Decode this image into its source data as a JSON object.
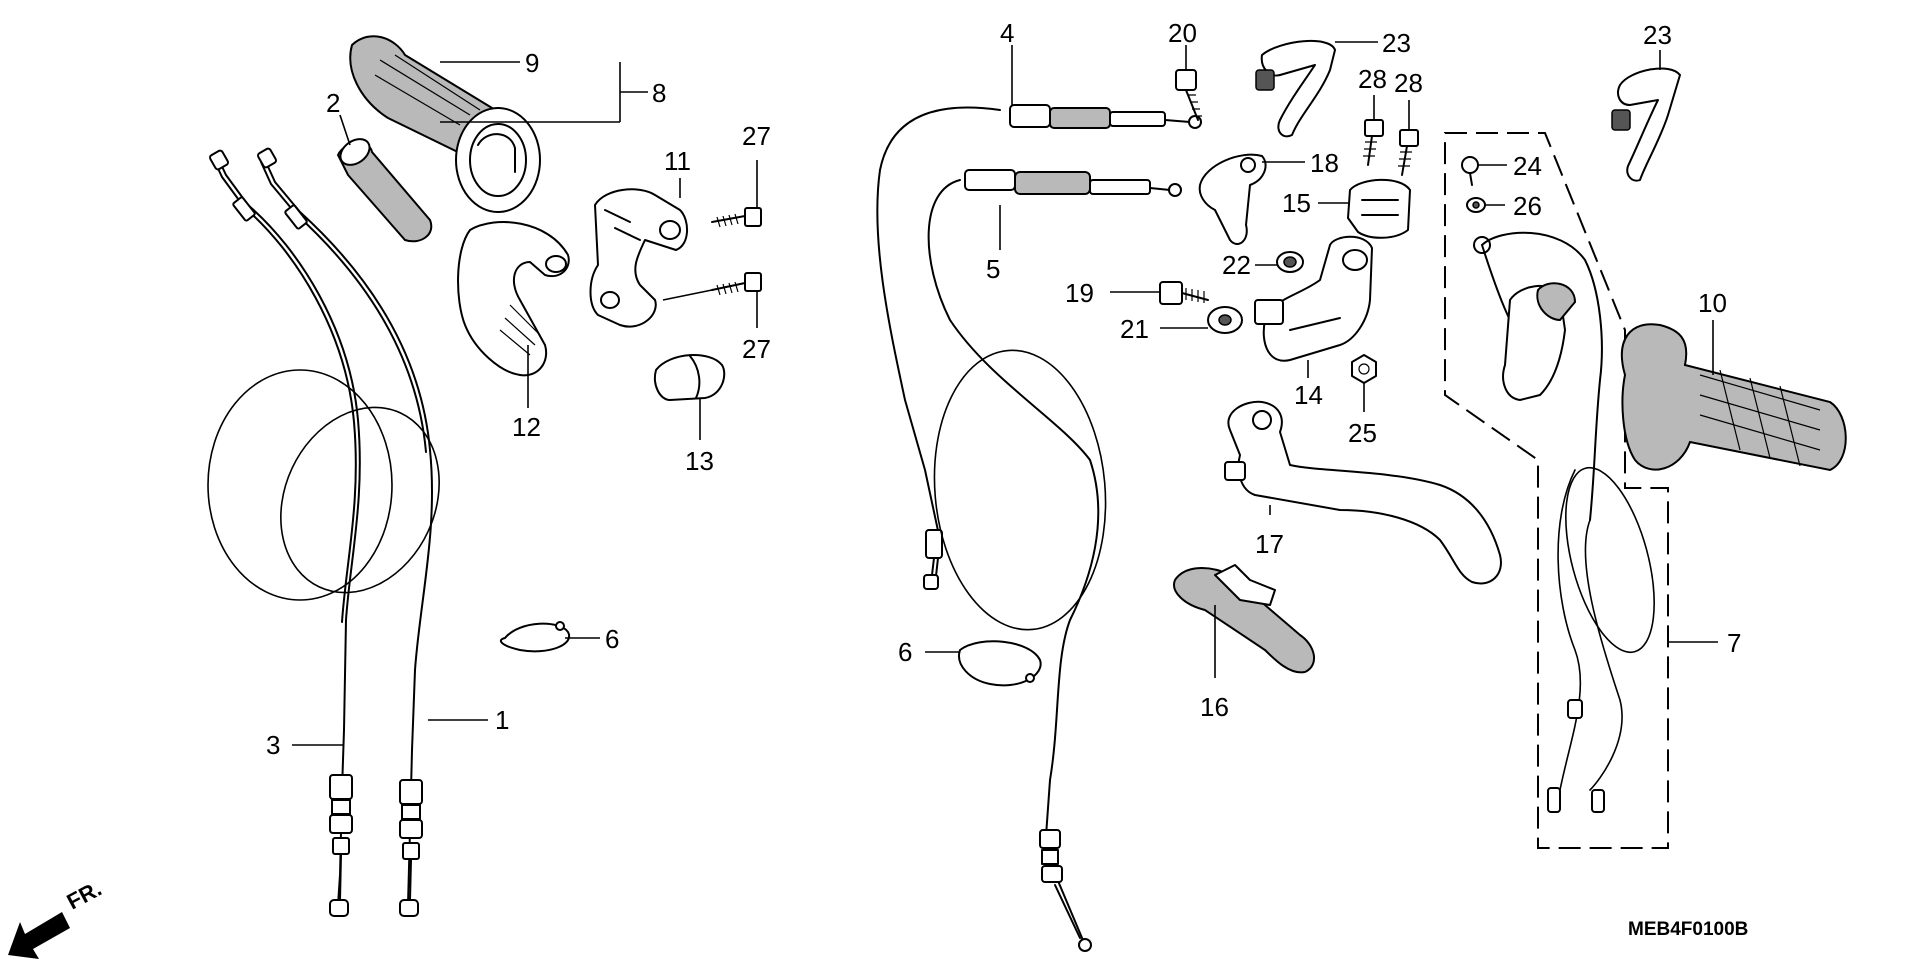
{
  "diagram": {
    "labels": {
      "n1": "1",
      "n2": "2",
      "n3": "3",
      "n4": "4",
      "n5": "5",
      "n6a": "6",
      "n6b": "6",
      "n7": "7",
      "n8": "8",
      "n9": "9",
      "n10": "10",
      "n11": "11",
      "n12": "12",
      "n13": "13",
      "n14": "14",
      "n15": "15",
      "n16": "16",
      "n17": "17",
      "n18": "18",
      "n19": "19",
      "n20": "20",
      "n21": "21",
      "n22": "22",
      "n23a": "23",
      "n23b": "23",
      "n24": "24",
      "n25": "25",
      "n26": "26",
      "n27a": "27",
      "n27b": "27",
      "n28a": "28",
      "n28b": "28"
    },
    "direction_label": "FR.",
    "drawing_code": "MEB4F0100B",
    "colors": {
      "line": "#000000",
      "grip_fill": "#b9b9b9",
      "background": "#ffffff"
    }
  }
}
